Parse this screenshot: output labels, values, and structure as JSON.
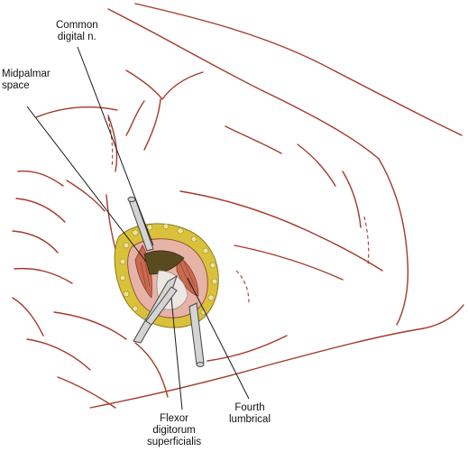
{
  "labels": {
    "common_digital": [
      "Common",
      "digital n."
    ],
    "midpalmar": [
      "Midpalmar",
      "space"
    ],
    "fourth_lumbrical": [
      "Fourth",
      "lumbrical"
    ],
    "flexor": [
      "Flexor",
      "digitorum",
      "superficialis"
    ]
  },
  "colors": {
    "outline": "#a33a2c",
    "fat": "#d9c23a",
    "muscle": "#c9694f",
    "tendon": "#ece7e2",
    "retractor": "#d4d4d4",
    "leader": "#1a1a1a"
  }
}
